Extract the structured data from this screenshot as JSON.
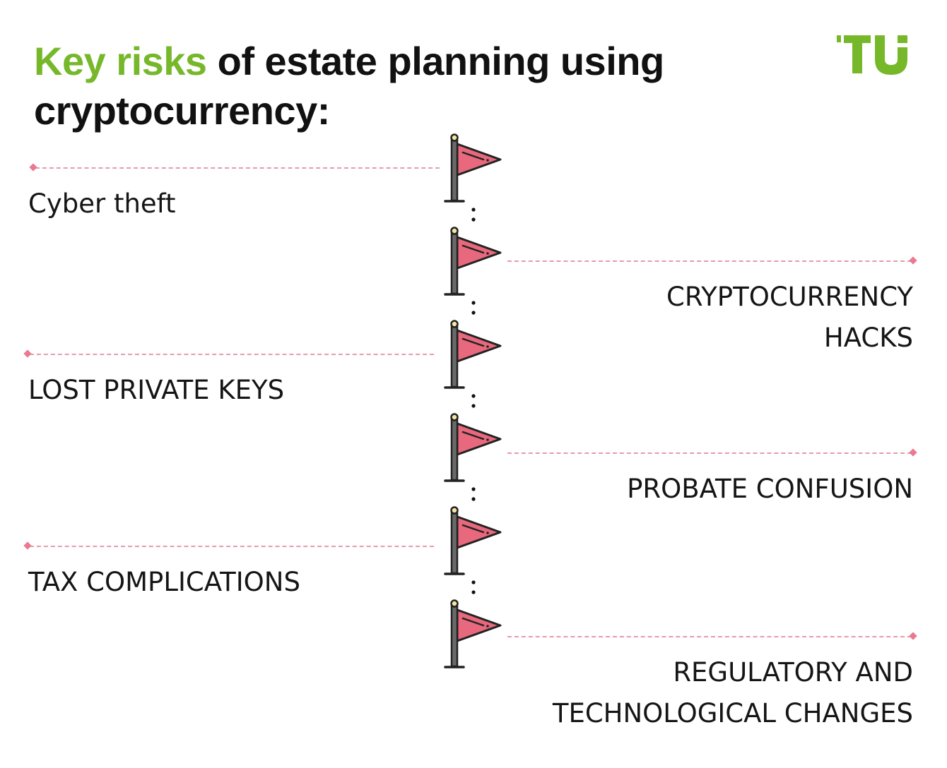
{
  "title": {
    "accent": "Key risks",
    "rest": " of estate planning using cryptocurrency:"
  },
  "logo": {
    "text": "TU",
    "color": "#76b82a"
  },
  "colors": {
    "accent": "#76b82a",
    "flag": "#e8687d",
    "dashed_line": "#e59bab",
    "outline": "#222222"
  },
  "risks": [
    {
      "label": "Cyber theft",
      "side": "left"
    },
    {
      "label": "CRYPTOCURRENCY\nHACKS",
      "side": "right"
    },
    {
      "label": "LOST PRIVATE KEYS",
      "side": "left"
    },
    {
      "label": "PROBATE CONFUSION",
      "side": "right"
    },
    {
      "label": "TAX COMPLICATIONS",
      "side": "left"
    },
    {
      "label": "REGULATORY AND\nTECHNOLOGICAL CHANGES",
      "side": "right"
    }
  ]
}
